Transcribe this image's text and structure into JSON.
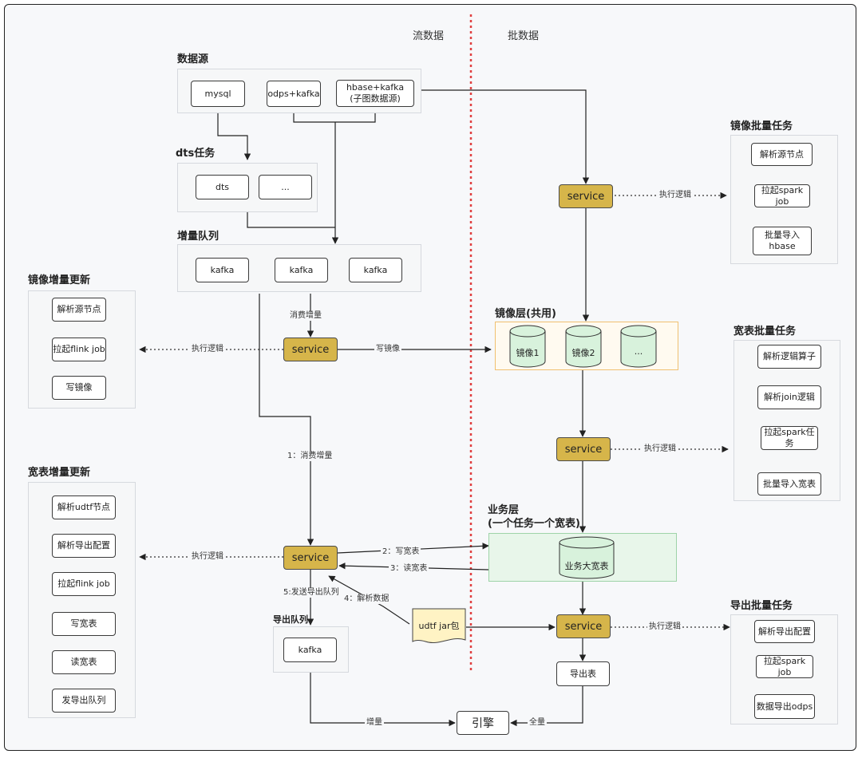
{
  "headers": {
    "stream": "流数据",
    "batch": "批数据"
  },
  "datasource": {
    "title": "数据源",
    "mysql": "mysql",
    "odps_kafka": "odps+kafka",
    "hbase_kafka_line1": "hbase+kafka",
    "hbase_kafka_line2": "(子图数据源)"
  },
  "dts": {
    "title": "dts任务",
    "dts": "dts",
    "more": "..."
  },
  "incr_queue": {
    "title": "增量队列",
    "kafka1": "kafka",
    "kafka2": "kafka",
    "kafka3": "kafka"
  },
  "mirror_incr": {
    "title": "镜像增量更新",
    "step1": "解析源节点",
    "step2": "拉起flink job",
    "step3": "写镜像"
  },
  "wide_incr": {
    "title": "宽表增量更新",
    "step1": "解析udtf节点",
    "step2": "解析导出配置",
    "step3": "拉起flink job",
    "step4": "写宽表",
    "step5": "读宽表",
    "step6": "发导出队列"
  },
  "export_queue": {
    "title": "导出队列",
    "kafka": "kafka"
  },
  "mirror_batch": {
    "title": "镜像批量任务",
    "step1": "解析源节点",
    "step2": "拉起spark job",
    "step3_line1": "批量导入",
    "step3_line2": "hbase"
  },
  "wide_batch": {
    "title": "宽表批量任务",
    "step1": "解析逻辑算子",
    "step2": "解析join逻辑",
    "step3": "拉起spark任务",
    "step4": "批量导入宽表"
  },
  "export_batch": {
    "title": "导出批量任务",
    "step1": "解析导出配置",
    "step2": "拉起spark job",
    "step3": "数据导出odps"
  },
  "mirror_layer": {
    "title": "镜像层(共用)",
    "db1": "镜像1",
    "db2": "镜像2",
    "db3": "..."
  },
  "biz_layer": {
    "title_line1": "业务层",
    "title_line2": "(一个任务一个宽表)",
    "db": "业务大宽表"
  },
  "service_label": "service",
  "udtf": "udtf  jar包",
  "export_table": "导出表",
  "engine": "引擎",
  "labels": {
    "consume_incr": "消费增量",
    "exec_logic": "执行逻辑",
    "write_mirror": "写镜像",
    "step1_consume": "1：消费增量",
    "step2_write": "2：写宽表",
    "step3_read": "3：读宽表",
    "step4_parse": "4：解析数据",
    "step5_send": "5:发送导出队列",
    "incr": "增量",
    "full": "全量"
  },
  "colors": {
    "service_fill": "#d6b54a",
    "divider": "#e04040",
    "mirror_fill": "#fffaf0",
    "biz_fill": "#e8f6ea",
    "cylinder_fill": "#d8f2dc",
    "udtf_fill": "#fff3c4"
  }
}
